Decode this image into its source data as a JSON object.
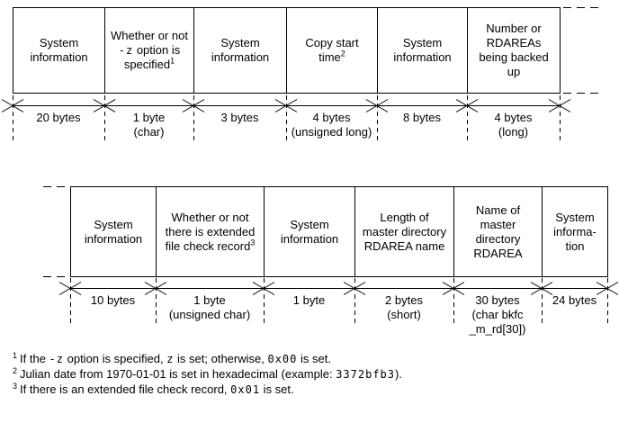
{
  "diagram": {
    "record1": {
      "cells": [
        {
          "title": "System information"
        },
        {
          "pre": "Whether or not ",
          "mono": "-z",
          "post": " option is specified",
          "sup": "1"
        },
        {
          "title": "System information"
        },
        {
          "title": "Copy start time",
          "sup": "2"
        },
        {
          "title": "System information"
        },
        {
          "title": "Number or RDAREAs being backed up"
        }
      ],
      "sizes": [
        "20 bytes",
        "1 byte\n(char)",
        "3 bytes",
        "4 bytes\n(unsigned long)",
        "8 bytes",
        "4 bytes\n(long)"
      ]
    },
    "record2": {
      "cells": [
        {
          "title": "System information"
        },
        {
          "title": "Whether or not there is extended file check record",
          "sup": "3"
        },
        {
          "title": "System information"
        },
        {
          "title": "Length of master directory RDAREA name"
        },
        {
          "title": "Name of master directory RDAREA"
        },
        {
          "title": "System informa-tion"
        }
      ],
      "sizes": [
        "10 bytes",
        "1 byte\n(unsigned char)",
        "1 byte",
        "2 bytes\n(short)",
        "30 bytes\n(char bkfc\n_m_rd[30])",
        "24 bytes"
      ]
    },
    "footnotes": [
      {
        "sup": "1",
        "parts": [
          "If the ",
          "-z",
          " option is specified, ",
          "z",
          " is set; otherwise, ",
          "0x00",
          " is set."
        ]
      },
      {
        "sup": "2",
        "parts": [
          "Julian date from 1970-01-01 is set in hexadecimal (example: ",
          "3372bfb3",
          ")."
        ]
      },
      {
        "sup": "3",
        "parts": [
          "If there is an extended file check record, ",
          "0x01",
          " is set."
        ]
      }
    ],
    "colors": {
      "line": "#000000",
      "background": "#ffffff",
      "text": "#000000"
    }
  }
}
